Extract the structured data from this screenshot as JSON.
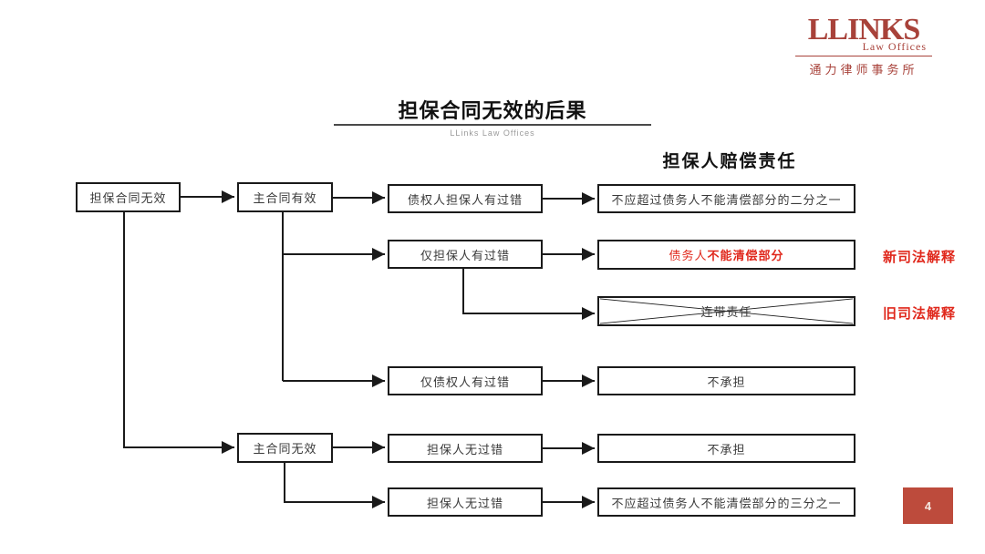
{
  "logo": {
    "wordmark": "LLINKS",
    "subtext": "Law Offices",
    "chinese_name": "通力律师事务所"
  },
  "header": {
    "title": "担保合同无效的后果",
    "subtitle": "LLinks Law Offices"
  },
  "column_header": "担保人赔偿责任",
  "flowchart": {
    "root": "担保合同无效",
    "main_contract_valid": "主合同有效",
    "main_contract_invalid": "主合同无效",
    "both_parties_fault": "债权人担保人有过错",
    "result_not_exceed_half": "不应超过债务人不能清偿部分的二分之一",
    "only_guarantor_fault": "仅担保人有过错",
    "result_debtor_prefix": "债务人",
    "result_debtor_emphasis": "不能清偿部分",
    "joint_liability_crossed": "连带责任",
    "only_creditor_fault": "仅债权人有过错",
    "result_no_liability_1": "不承担",
    "guarantor_no_fault_1": "担保人无过错",
    "result_no_liability_2": "不承担",
    "guarantor_no_fault_2": "担保人无过错",
    "result_not_exceed_third": "不应超过债务人不能清偿部分的三分之一"
  },
  "annotations": {
    "new_judicial_interpretation": "新司法解释",
    "old_judicial_interpretation": "旧司法解释"
  },
  "page_number": "4",
  "colors": {
    "accent_red": "#e0281c",
    "logo_red": "#a8423a",
    "page_badge_red": "#bd4b3c",
    "line_black": "#1a1a1a"
  }
}
